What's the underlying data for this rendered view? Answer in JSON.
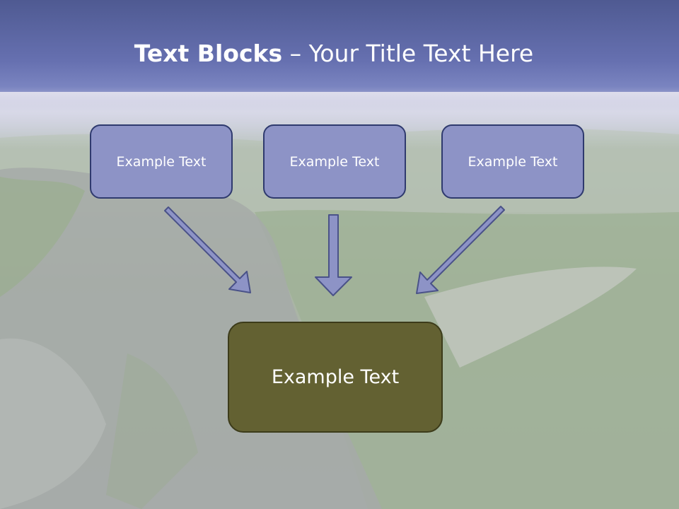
{
  "title": {
    "bold": "Text Blocks",
    "dash": " – ",
    "rest": "Your Title Text Here"
  },
  "boxes": {
    "top_left": "Example Text",
    "top_center": "Example Text",
    "top_right": "Example Text",
    "bottom": "Example Text"
  },
  "colors": {
    "header": "#6670b0",
    "box_fill": "#8d93c6",
    "box_border": "#2f3a6e",
    "main_fill": "#636132",
    "arrow_fill": "#8d93c6"
  }
}
